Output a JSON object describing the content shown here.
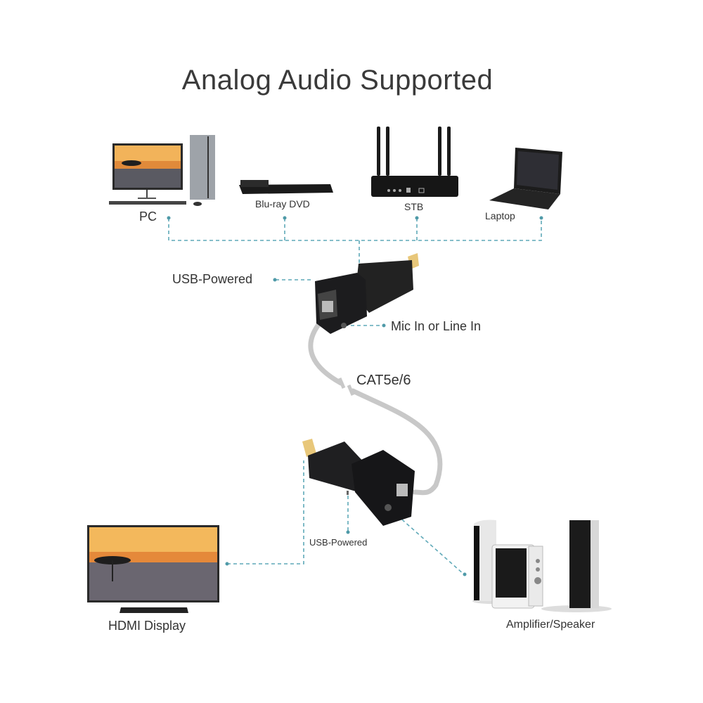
{
  "title": "Analog Audio Supported",
  "sources": [
    {
      "label": "PC",
      "icon": "desktop-pc-icon"
    },
    {
      "label": "Blu-ray DVD",
      "icon": "bluray-player-icon"
    },
    {
      "label": "STB",
      "icon": "set-top-box-icon"
    },
    {
      "label": "Laptop",
      "icon": "laptop-icon"
    }
  ],
  "transmitter": {
    "usb_label": "USB-Powered",
    "audio_in_label": "Mic In or Line In"
  },
  "cable": {
    "label": "CAT5e/6"
  },
  "receiver": {
    "usb_label": "USB-Powered"
  },
  "outputs": [
    {
      "label": "HDMI Display",
      "icon": "tv-display-icon"
    },
    {
      "label": "Amplifier/Speaker",
      "icon": "speaker-system-icon"
    }
  ],
  "colors": {
    "connector_line": "#5fa9b8",
    "cable": "#c8c8c8",
    "device": "#1c1c1e",
    "hdmi_plug": "#e8c77a"
  }
}
